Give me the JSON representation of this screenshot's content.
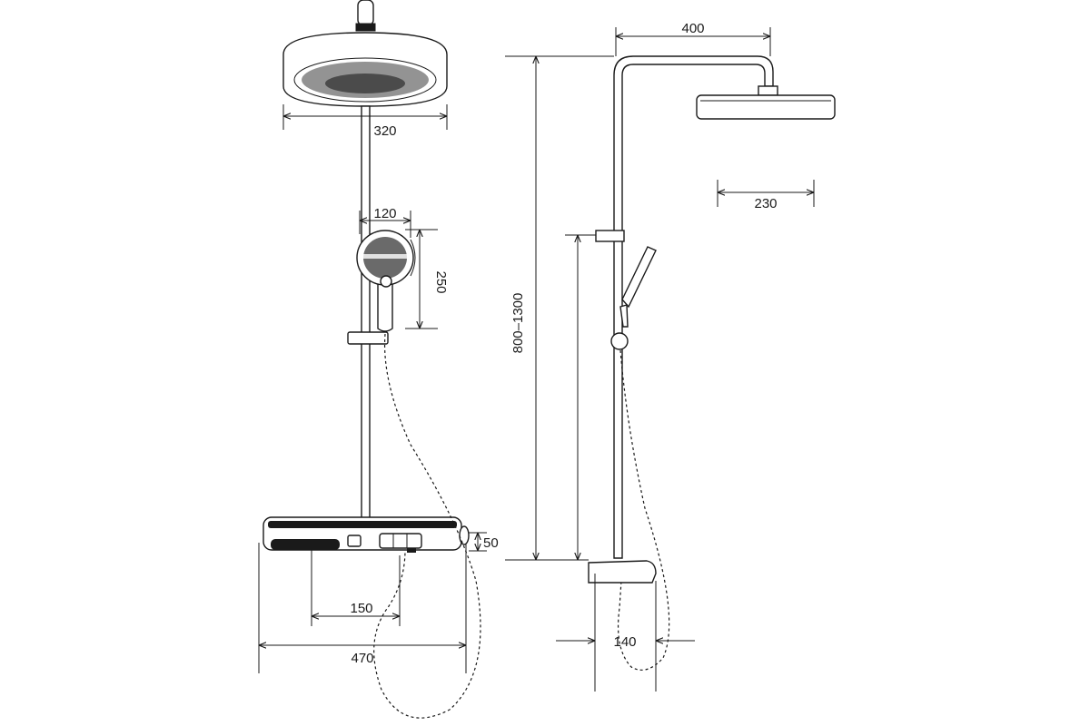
{
  "dimensions": {
    "head_diameter_front": "320",
    "hand_shower_width": "120",
    "hand_shower_length": "250",
    "mixer_height": "50",
    "outlet_spacing": "150",
    "mixer_width": "470",
    "arm_reach": "400",
    "head_diameter_side": "230",
    "height_range": "800–1300",
    "wall_offset": "140"
  },
  "colors": {
    "line": "#1a1a1a",
    "background": "#ffffff"
  }
}
